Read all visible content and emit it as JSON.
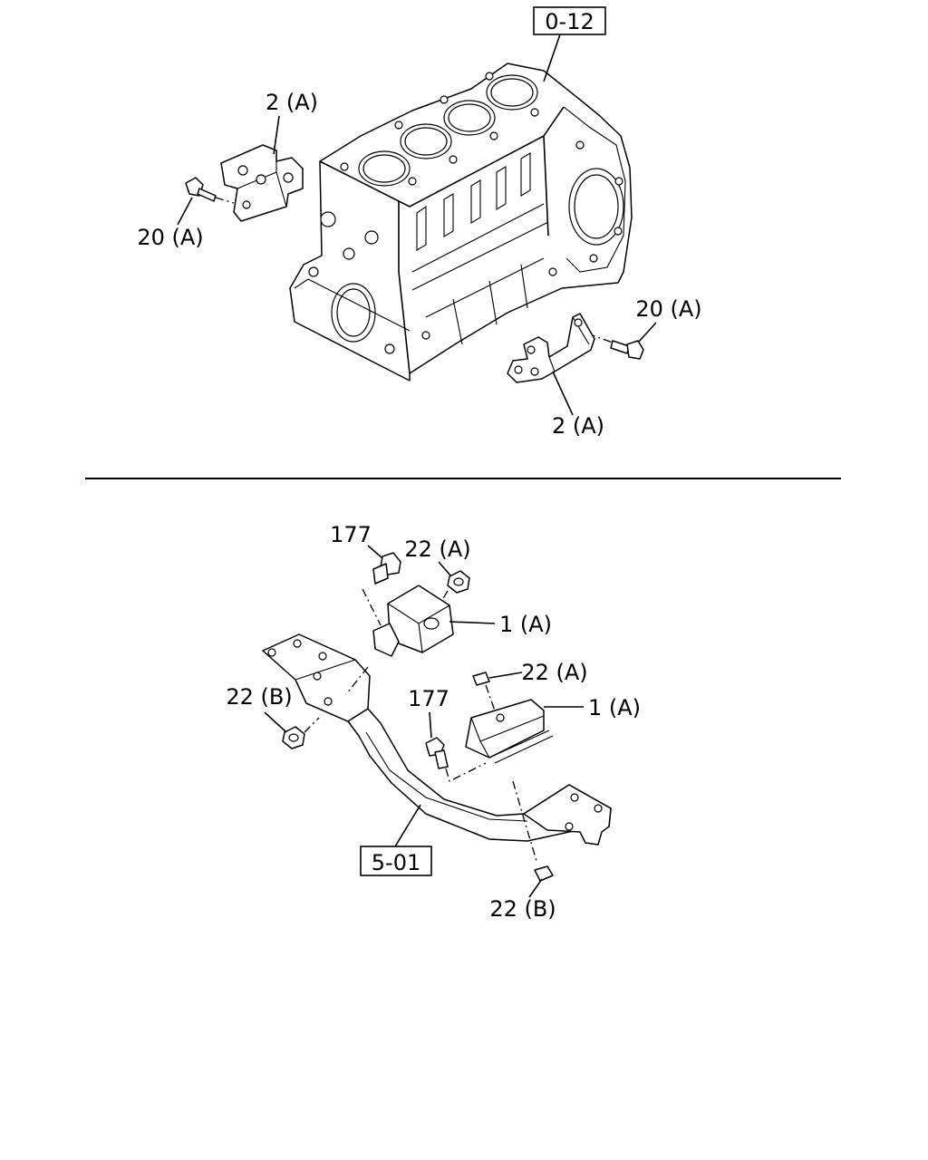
{
  "upper_group": {
    "engine_ref": "0-12",
    "left_bracket": "2 (A)",
    "left_bolt": "20 (A)",
    "right_bolt": "20 (A)",
    "right_bracket": "2 (A)"
  },
  "lower_group": {
    "bolt_top": "177",
    "nut_top": "22 (A)",
    "mount_top": "1 (A)",
    "nut_right": "22 (A)",
    "nut_left": "22 (B)",
    "bolt_mid": "177",
    "mount_right": "1 (A)",
    "crossmember_ref": "5-01",
    "nut_bottom": "22 (B)"
  }
}
